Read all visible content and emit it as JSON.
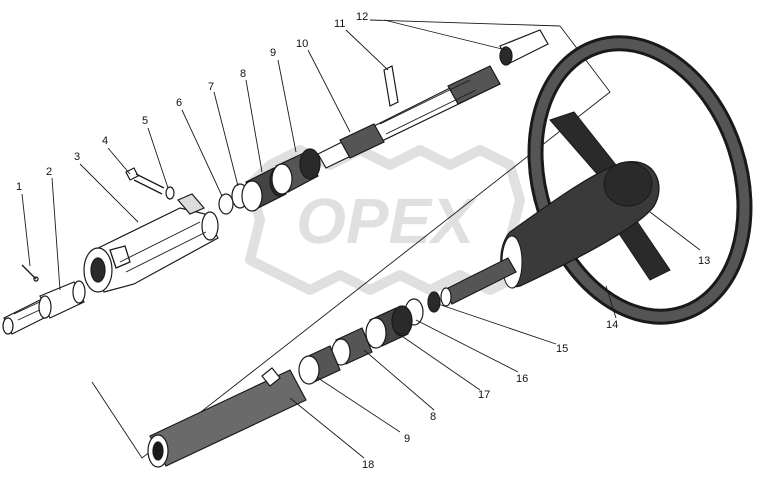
{
  "watermark": {
    "text": "OPEX",
    "color": "#c8c8c8"
  },
  "colors": {
    "ink": "#1a1a1a",
    "shade": "#555555",
    "dark": "#2a2a2a"
  },
  "callouts": [
    {
      "id": "1",
      "text": "1"
    },
    {
      "id": "2",
      "text": "2"
    },
    {
      "id": "3",
      "text": "3"
    },
    {
      "id": "4",
      "text": "4"
    },
    {
      "id": "5",
      "text": "5"
    },
    {
      "id": "6",
      "text": "6"
    },
    {
      "id": "7",
      "text": "7"
    },
    {
      "id": "8",
      "text": "8"
    },
    {
      "id": "9",
      "text": "9"
    },
    {
      "id": "10",
      "text": "10"
    },
    {
      "id": "11",
      "text": "11"
    },
    {
      "id": "12",
      "text": "12"
    },
    {
      "id": "13",
      "text": "13"
    },
    {
      "id": "14",
      "text": "14"
    },
    {
      "id": "15",
      "text": "15"
    },
    {
      "id": "16",
      "text": "16"
    },
    {
      "id": "17",
      "text": "17"
    },
    {
      "id": "8b",
      "text": "8"
    },
    {
      "id": "9b",
      "text": "9"
    },
    {
      "id": "18",
      "text": "18"
    }
  ]
}
